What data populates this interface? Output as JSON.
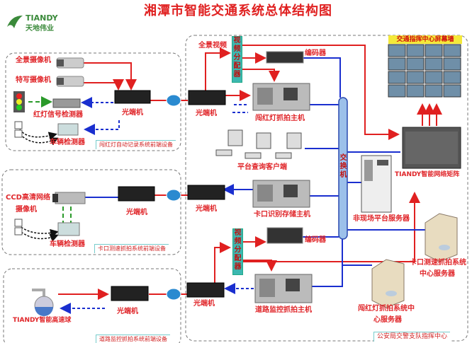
{
  "title": "湘潭市智能交通系统总体结构图",
  "logo": {
    "en": "TIANDY",
    "cn": "天地伟业"
  },
  "groups": {
    "red_light": "闯红灯自动记录系统前端设备",
    "checkpoint": "卡口测速抓拍系统前端设备",
    "road": "道路监控抓拍系统前端设备",
    "center": "公安局交警支队指挥中心"
  },
  "labels": {
    "panorama_camera": "全景摄像机",
    "closeup_camera": "特写摄像机",
    "red_signal_detector": "红灯信号检测器",
    "vehicle_detector_1": "车辆检测器",
    "optical_1": "光端机",
    "ccd_camera_1": "CCD高清网络",
    "ccd_camera_2": "摄像机",
    "vehicle_detector_2": "车辆检测器",
    "optical_2": "光端机",
    "speed_dome": "TIANDY智能高速球",
    "optical_3": "光端机",
    "optical_c1": "光端机",
    "optical_c2": "光端机",
    "optical_c3": "光端机",
    "panorama_video": "全景视频",
    "splitter_1": "视频分配器",
    "splitter_2": "视频分配器",
    "encoder_1": "编码器",
    "encoder_2": "编码器",
    "red_light_host": "闯红灯抓拍主机",
    "query_clients": "平台查询客户端",
    "checkpoint_host": "卡口识别存储主机",
    "road_host": "道路监控抓拍主机",
    "switch": "交换机",
    "offsite_server": "非现场平台服务器",
    "video_wall": "交通指挥中心屏幕墙",
    "matrix": "TIANDY智能网络矩阵",
    "checkpoint_server_1": "卡口测速抓拍系统",
    "checkpoint_server_2": "中心服务器",
    "redlight_server_1": "闯红灯抓拍系统中",
    "redlight_server_2": "心服务器"
  },
  "colors": {
    "video": "#e02020",
    "network": "#1a2fcf",
    "control": "#1a2fcf",
    "signal": "#2a9a2a",
    "title": "#e02020"
  }
}
